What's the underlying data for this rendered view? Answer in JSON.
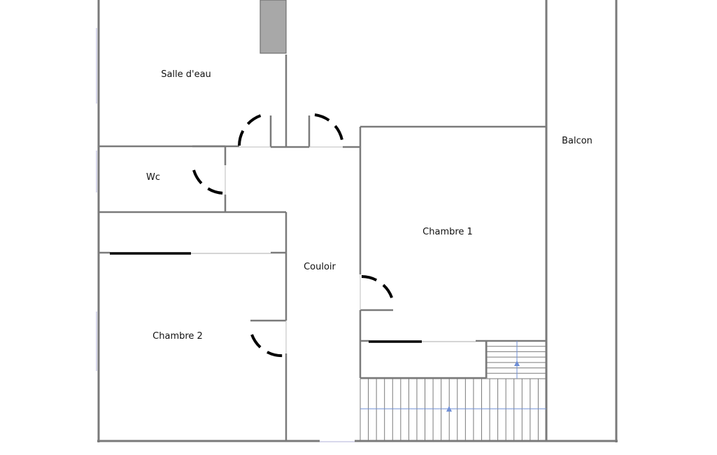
{
  "floorplan": {
    "rooms": {
      "salle_deau": "Salle d'eau",
      "wc": "Wc",
      "couloir": "Couloir",
      "chambre1": "Chambre 1",
      "chambre2": "Chambre 2",
      "balcon": "Balcon"
    }
  },
  "colors": {
    "wall": "#7a7a7a",
    "door": "#000000",
    "duct": "#a8a8a8",
    "stair_axis": "#6f8fd6"
  }
}
